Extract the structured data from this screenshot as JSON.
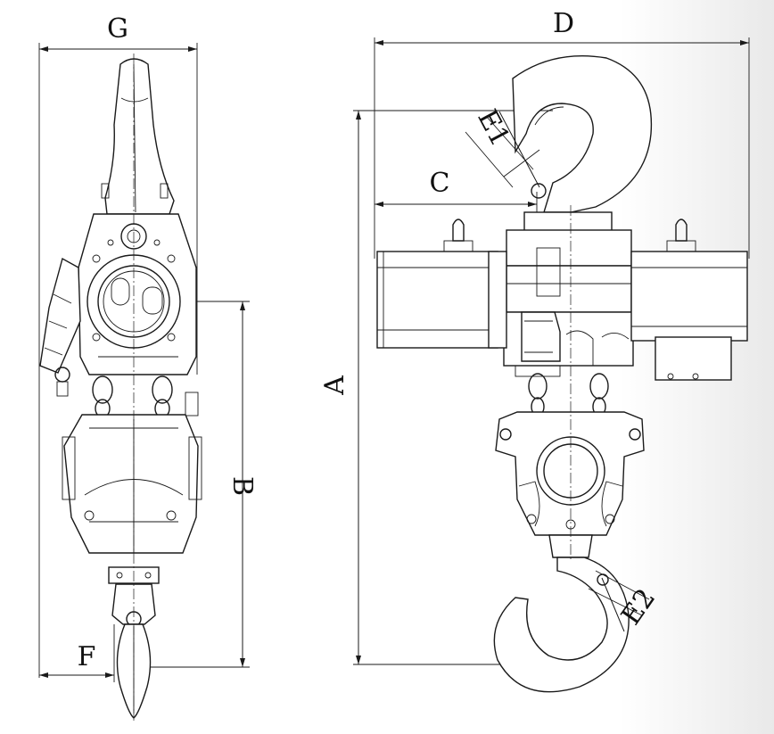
{
  "diagram": {
    "side_view": {
      "labels": {
        "g": "G",
        "b": "B",
        "f": "F"
      }
    },
    "front_view": {
      "labels": {
        "d": "D",
        "a": "A",
        "c": "C",
        "e1": "E1",
        "e2": "E2"
      }
    }
  }
}
